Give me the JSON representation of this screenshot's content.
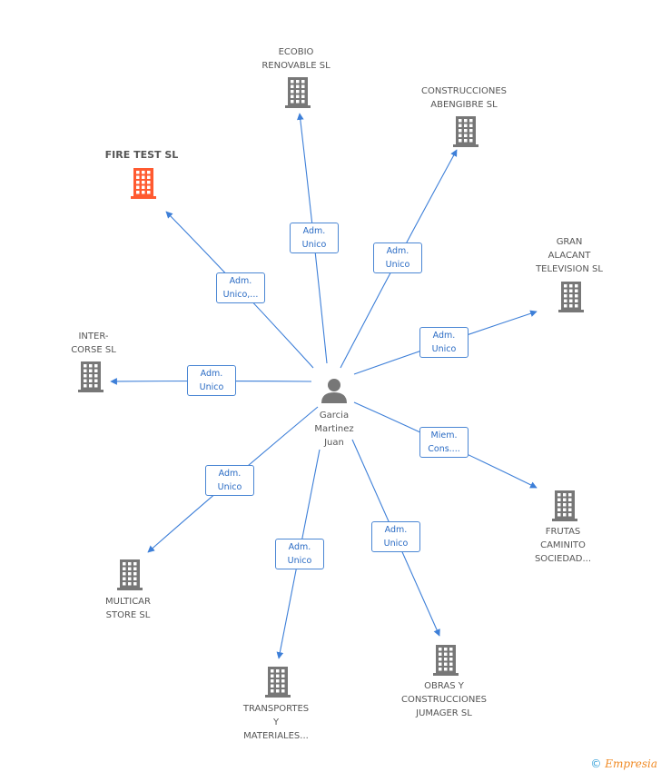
{
  "colors": {
    "edge": "#3d7fd8",
    "building": "#777777",
    "highlight": "#ff5a30",
    "person": "#777777"
  },
  "center": {
    "label": "Garcia\nMartinez\nJuan",
    "icon": "person-icon"
  },
  "nodes": [
    {
      "id": "ecobio",
      "label": "ECOBIO\nRENOVABLE SL",
      "icon": "building-icon",
      "highlight": false
    },
    {
      "id": "abengibre",
      "label": "CONSTRUCCIONES\nABENGIBRE SL",
      "icon": "building-icon",
      "highlight": false
    },
    {
      "id": "firetest",
      "label": "FIRE TEST SL",
      "icon": "building-icon",
      "highlight": true
    },
    {
      "id": "alacant",
      "label": "GRAN\nALACANT\nTELEVISION SL",
      "icon": "building-icon",
      "highlight": false
    },
    {
      "id": "intercorse",
      "label": "INTER-\nCORSE SL",
      "icon": "building-icon",
      "highlight": false
    },
    {
      "id": "frutas",
      "label": "FRUTAS\nCAMINITO\nSOCIEDAD...",
      "icon": "building-icon",
      "highlight": false
    },
    {
      "id": "multicar",
      "label": "MULTICAR\nSTORE  SL",
      "icon": "building-icon",
      "highlight": false
    },
    {
      "id": "transportes",
      "label": "TRANSPORTES\nY\nMATERIALES...",
      "icon": "building-icon",
      "highlight": false
    },
    {
      "id": "obras",
      "label": "OBRAS Y\nCONSTRUCCIONES\nJUMAGER SL",
      "icon": "building-icon",
      "highlight": false
    }
  ],
  "edges": [
    {
      "to": "ecobio",
      "label": "Adm.\nUnico"
    },
    {
      "to": "abengibre",
      "label": "Adm.\nUnico"
    },
    {
      "to": "firetest",
      "label": "Adm.\nUnico,..."
    },
    {
      "to": "alacant",
      "label": "Adm.\nUnico"
    },
    {
      "to": "intercorse",
      "label": "Adm.\nUnico"
    },
    {
      "to": "frutas",
      "label": "Miem.\nCons...."
    },
    {
      "to": "multicar",
      "label": "Adm.\nUnico"
    },
    {
      "to": "transportes",
      "label": "Adm.\nUnico"
    },
    {
      "to": "obras",
      "label": "Adm.\nUnico"
    }
  ],
  "watermark": {
    "copyright": "©",
    "brand": "Empresia"
  }
}
